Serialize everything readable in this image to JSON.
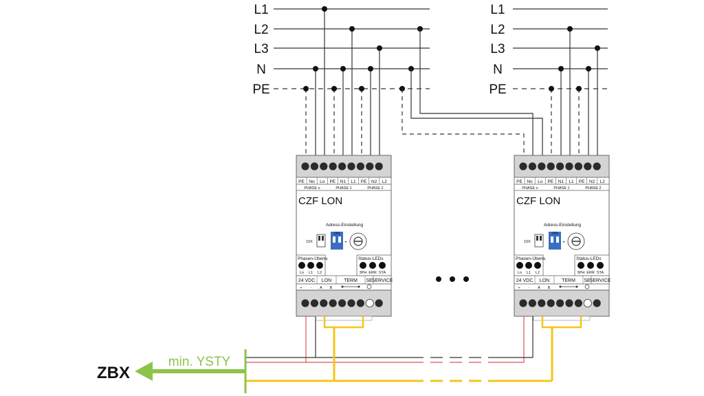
{
  "buses": [
    "L1",
    "L2",
    "L3",
    "N",
    "PE"
  ],
  "module": {
    "title": "CZF LON",
    "terminals_top": [
      "PE",
      "No",
      "Lo",
      "PE",
      "N1",
      "L1",
      "PE",
      "N2",
      "L2"
    ],
    "phases": [
      "PHASE o",
      "PHASE 1",
      "PHASE 2"
    ],
    "address_label": "Adress-Einstellung",
    "tenx_label": "10X",
    "plus_sign": "+",
    "on_label": "ON",
    "phase_mon_label": "Phasen-Überw.",
    "phase_mon_leds": [
      "Lo",
      "L1",
      "L2"
    ],
    "status_label": "Status-LEDs",
    "status_leds": [
      "3PH",
      "ERR",
      "STA"
    ],
    "bottom_groups": [
      "24 VDC",
      "LON",
      "TERM",
      "SE",
      "SERVICE"
    ],
    "bottom_signs": [
      "+",
      "-",
      "A",
      "B"
    ]
  },
  "ellipsis": "• • •",
  "zbx_label": "ZBX",
  "cable_label": "min. YSTY",
  "colors": {
    "bus": "#333333",
    "term_strip": "#d4d4d4",
    "module_body": "#ffffff",
    "dip": "#3a6fc0",
    "red_wire": "#e05050",
    "yellow_wire": "#f5c518",
    "green_arrow": "#8cc44a"
  }
}
